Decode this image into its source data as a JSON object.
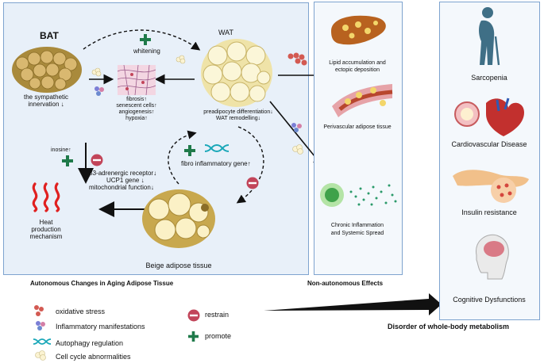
{
  "left": {
    "bat": "BAT",
    "wat": "WAT",
    "whitening": "whitening",
    "sympathetic": [
      "the sympathetic",
      "innervation ↓"
    ],
    "fibrosis": [
      "fibrosis↑",
      "senescent cells↑",
      "angiogenesis↑",
      "hypoxia↑"
    ],
    "preadipocyte": [
      "preadipocyte differentiation↓",
      "WAT remodelling↓"
    ],
    "inosine": "inosine↑",
    "receptors": [
      "β3-adrenergic receptor↓",
      "UCP1 gene ↓",
      "mitochondrial function↓"
    ],
    "fibro_gene": "fibro inflammatory gene↑",
    "heat": [
      "Heat",
      "production",
      "mechanism"
    ],
    "beige": "Beige adipose tissue",
    "caption": "Autonomous Changes  in Aging Adipose Tissue"
  },
  "middle": {
    "lipid": [
      "Lipid accumulation and",
      "ectopic deposition"
    ],
    "perivascular": "Perivascular adipose tissue",
    "chronic": [
      "Chronic Inflammation",
      "and Systemic Spread"
    ],
    "caption": "Non-autonomous Effects"
  },
  "right": {
    "items": [
      "Sarcopenia",
      "Cardiovascular Disease",
      "Insulin resistance",
      "Cognitive Dysfunctions"
    ],
    "caption": "Disorder of whole-body metabolism"
  },
  "legend": {
    "oxidative": "oxidative stress",
    "inflammatory": "Inflammatory manifestations",
    "autophagy": "Autophagy regulation",
    "cellcycle": "Cell cycle abnormalities",
    "restrain": "restrain",
    "promote": "promote"
  },
  "colors": {
    "panel_border": "#7ea3cf",
    "panel_fill": "#e8f0f9",
    "promote": "#1f7a4a",
    "restrain": "#c2455a",
    "fat": "#e8d48a",
    "heat": "#e02020"
  }
}
